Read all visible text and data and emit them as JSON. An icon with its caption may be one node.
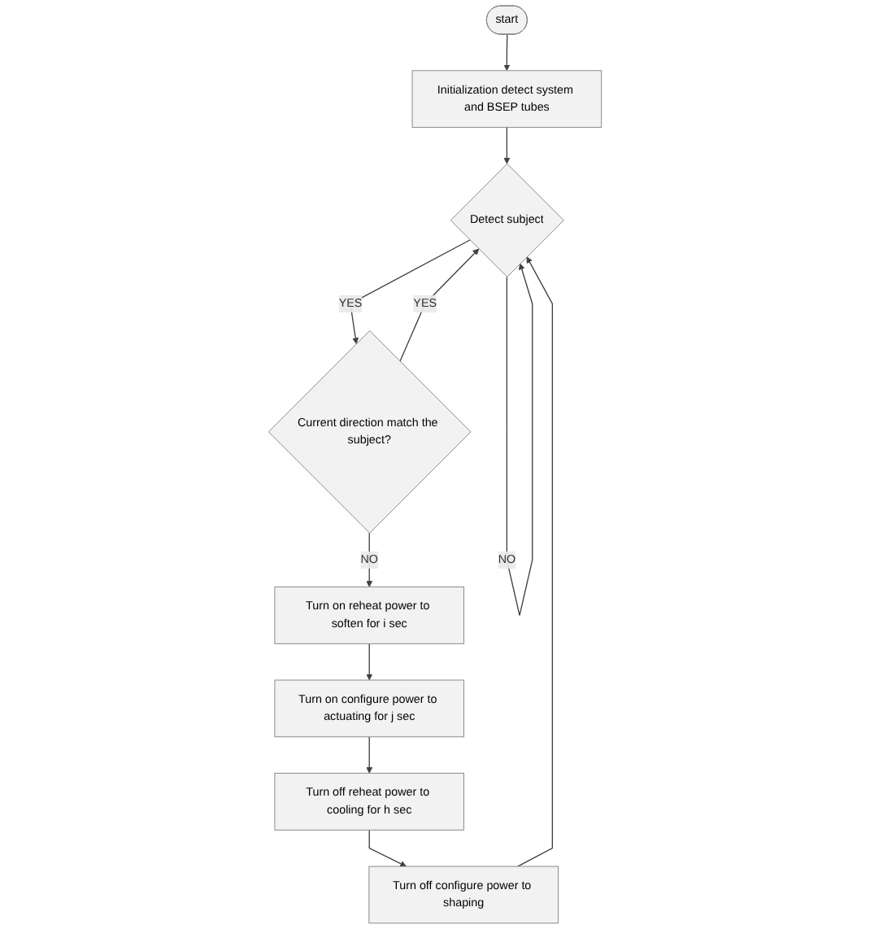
{
  "diagram": {
    "nodes": [
      {
        "text": [
          "start"
        ]
      },
      {
        "text": [
          "Initialization detect system and BSEP tubes"
        ]
      },
      {
        "text": [
          "Detect subject"
        ]
      },
      {
        "text": [
          "Current direction match the subject?"
        ]
      },
      {
        "text": [
          "Turn on reheat power to soften for i sec"
        ]
      },
      {
        "text": [
          "Turn on configure power to actuating for j sec"
        ]
      },
      {
        "text": [
          "Turn off reheat power to cooling for h sec"
        ]
      },
      {
        "text": [
          "Turn off configure power to shaping"
        ]
      }
    ],
    "edges": [
      {
        "from": 0,
        "to": 1,
        "arrow": "to"
      },
      {
        "from": 1,
        "to": 2,
        "arrow": "to"
      },
      {
        "from": 2,
        "to": 2,
        "arrow": "to",
        "label": "NO"
      },
      {
        "from": 2,
        "to": 3,
        "arrow": "to",
        "label": "YES"
      },
      {
        "from": 3,
        "to": 2,
        "arrow": "to",
        "label": "YES"
      },
      {
        "from": 3,
        "to": 4,
        "arrow": "to",
        "label": "NO"
      },
      {
        "from": 4,
        "to": 5,
        "arrow": "to"
      },
      {
        "from": 5,
        "to": 6,
        "arrow": "to"
      },
      {
        "from": 6,
        "to": 7,
        "arrow": "to"
      },
      {
        "from": 7,
        "to": 2,
        "arrow": "to"
      }
    ]
  }
}
